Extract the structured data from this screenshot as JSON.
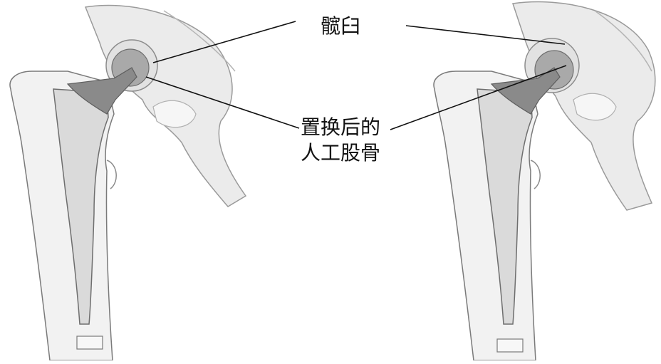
{
  "labels": {
    "acetabulum": "髋臼",
    "implant_line1": "置换后的",
    "implant_line2": "人工股骨"
  },
  "colors": {
    "bone_outline": "#7a7a7a",
    "bone_fill": "#f2f2f2",
    "pelvis_fill": "#ebebeb",
    "implant_fill": "#d9d9d9",
    "implant_dark": "#8a8a8a",
    "head_fill": "#a9a9a9",
    "leader_line": "#111111"
  }
}
